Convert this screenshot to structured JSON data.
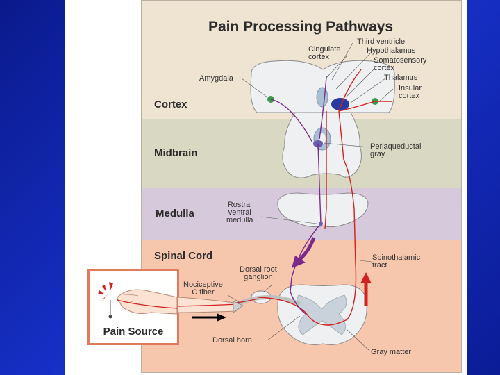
{
  "figure": {
    "title": "Pain Processing Pathways",
    "regions": {
      "cortex": "Cortex",
      "midbrain": "Midbrain",
      "medulla": "Medulla",
      "spinal_cord": "Spinal Cord"
    },
    "labels": {
      "third_ventricle": "Third ventricle",
      "cingulate_cortex": "Cingulate\ncortex",
      "hypothalamus": "Hypothalamus",
      "somatosensory_cortex": "Somatosensory\ncortex",
      "thalamus": "Thalamus",
      "insular_cortex": "Insular\ncortex",
      "amygdala": "Amygdala",
      "periaqueductal_gray": "Periaqueductal\ngray",
      "rostral_ventral_medulla": "Rostral\nventral\nmedulla",
      "dorsal_root_ganglion": "Dorsal root\nganglion",
      "nociceptive_c_fiber": "Nociceptive\nC fiber",
      "spinothalamic_tract": "Spinothalamic\ntract",
      "dorsal_horn": "Dorsal horn",
      "gray_matter": "Gray matter",
      "pain_source": "Pain Source"
    },
    "colors": {
      "cortex_band": "#efe3d2",
      "midbrain_band": "#d9d8c2",
      "medulla_band": "#d6c9dc",
      "spinal_band": "#f6c6ad",
      "ascending_pathway": "#d42020",
      "descending_pathway": "#7a2a8a",
      "pain_box_border": "#e07c5c"
    }
  }
}
